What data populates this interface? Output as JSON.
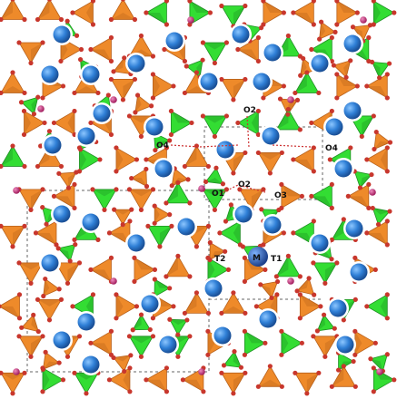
{
  "figure": {
    "colors": {
      "background": "#ffffff",
      "green_tetra": "#33dd33",
      "green_dark": "#1e8f22",
      "orange_tetra": "#ee8a2a",
      "orange_dark": "#b8601a",
      "blue_atom": "#2f7fd6",
      "blue_light": "#8cc6ff",
      "oxygen": "#c8372d",
      "pink_atom": "#cc2a7a",
      "unit_cell_line": "#666666"
    },
    "labels": {
      "o4_left": "O4",
      "o4_right": "O4",
      "o2_top": "O2",
      "o1": "O1",
      "o2_mid": "O2",
      "o3": "O3",
      "t2": "T2",
      "m": "M",
      "t1": "T1"
    },
    "legend_icons": {
      "green": "green-tetrahedron-icon",
      "orange": "orange-tetrahedron-icon",
      "blue": "blue-sphere-icon",
      "pink": "pink-atom-icon",
      "oxygen": "oxygen-atom-icon"
    }
  }
}
